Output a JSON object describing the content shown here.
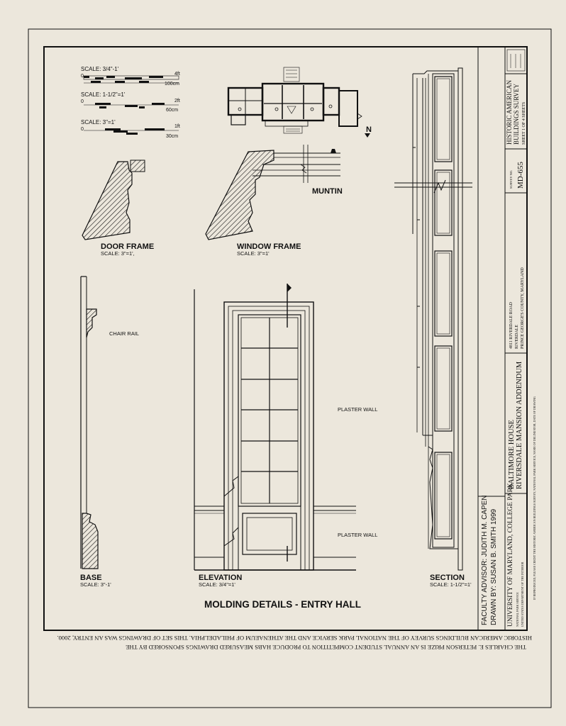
{
  "scales": [
    {
      "label": "SCALE: 3/4\"-1'",
      "zero": "0",
      "end_ft": "4ft",
      "end_cm": "100cm"
    },
    {
      "label": "SCALE: 1-1/2\"=1'",
      "zero": "0",
      "end_ft": "2ft",
      "end_cm": "60cm"
    },
    {
      "label": "SCALE: 3\"=1'",
      "zero": "0",
      "end_ft": "1ft",
      "end_cm": "30cm"
    }
  ],
  "north": "N",
  "details": {
    "door_frame": {
      "title": "DOOR FRAME",
      "scale": "SCALE: 3\"=1',"
    },
    "window_frame": {
      "title": "WINDOW FRAME",
      "scale": "SCALE: 3\"=1'"
    },
    "muntin": "MUNTIN",
    "chair_rail": "CHAIR RAIL",
    "plaster_wall_upper": "PLASTER WALL",
    "plaster_wall_lower": "PLASTER WALL",
    "base": {
      "title": "BASE",
      "scale": "SCALE: 3\"-1'"
    },
    "elevation": {
      "title": "ELEVATION",
      "scale": "SCALE: 3/4\"=1'"
    },
    "section": {
      "title": "SECTION",
      "scale": "SCALE: 1-1/2\"=1'"
    }
  },
  "sheet_title": "MOLDING DETAILS - ENTRY HALL",
  "credits": {
    "advisor": "FACULTY ADVISOR: JUDITH M. CAPEN",
    "drawn_by": "DRAWN BY:  SUSAN B. SMITH    1999"
  },
  "title_block": {
    "university": "UNIVERSITY OF MARYLAND, COLLEGE PARK",
    "dept_1": "NATIONAL PARK SERVICE",
    "dept_2": "UNITED STATES DEPARTMENT OF THE INTERIOR",
    "building_1": "BALTIMORE HOUSE",
    "building_2": "RIVERSDALE MANSION ADDENDUM",
    "address_1": "4811 RIVERDALE ROAD",
    "address_2": "RIVERDALE",
    "address_3": "PRINCE GEORGE'S COUNTY, MARYLAND",
    "survey_no_label": "SURVEY NO.",
    "survey_no": "MD-655",
    "program_1": "HISTORIC AMERICAN",
    "program_2": "BUILDINGS SURVEY",
    "sheet_no": "SHEET  1  OF  4  SHEETS",
    "reproduce_note": "IF REPRODUCED, PLEASE CREDIT THE HISTORIC AMERICAN BUILDINGS SURVEY, NATIONAL PARK SERVICE, NAME OF DELINEATOR, DATE OF DRAWING"
  },
  "footer_line_1": "HISTORIC AMERICAN BUILDINGS SURVEY OF THE NATIONAL PARK SERVICE AND THE ATHENAEUM OF PHILADELPHIA. THIS SET OF DRAWINGS WAS AN ENTRY, 2000.",
  "footer_line_2": "THE CHARLES E. PETERSON PRIZE IS AN ANNUAL STUDENT COMPETITION TO PRODUCE HABS MEASURED DRAWINGS SPONSORED BY THE",
  "colors": {
    "paper": "#ece7dc",
    "ink": "#111111"
  }
}
